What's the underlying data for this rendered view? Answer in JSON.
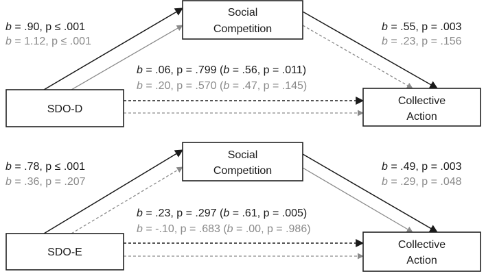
{
  "models": [
    {
      "predictor": "SDO-D",
      "mediator": [
        "Social",
        "Competition"
      ],
      "outcome": [
        "Collective",
        "Action"
      ],
      "a_path": {
        "black": {
          "b": ".90",
          "p": "p ≤ .001"
        },
        "gray": {
          "b": "1.12",
          "p": "p ≤ .001"
        }
      },
      "b_path": {
        "black": {
          "b": ".55",
          "p": "p = .003"
        },
        "gray": {
          "b": ".23",
          "p": "p = .156"
        }
      },
      "c_path": {
        "black": {
          "b": ".06",
          "p": "p = .799",
          "total_b": ".56",
          "total_p": "p = .011"
        },
        "gray": {
          "b": ".20",
          "p": "p = .570",
          "total_b": ".47",
          "total_p": "p = .145"
        }
      }
    },
    {
      "predictor": "SDO-E",
      "mediator": [
        "Social",
        "Competition"
      ],
      "outcome": [
        "Collective",
        "Action"
      ],
      "a_path": {
        "black": {
          "b": ".78",
          "p": "p ≤ .001"
        },
        "gray": {
          "b": ".36",
          "p": "p = .207"
        }
      },
      "b_path": {
        "black": {
          "b": ".49",
          "p": "p = .003"
        },
        "gray": {
          "b": ".29",
          "p": "p = .048"
        }
      },
      "c_path": {
        "black": {
          "b": ".23",
          "p": "p = .297",
          "total_b": ".61",
          "total_p": "p = .005"
        },
        "gray": {
          "b": "-.10",
          "p": "p = .683",
          "total_b": ".00",
          "total_p": "p = .986"
        }
      }
    }
  ],
  "colors": {
    "black": "#1a1a1a",
    "gray": "#8a8a8a"
  }
}
